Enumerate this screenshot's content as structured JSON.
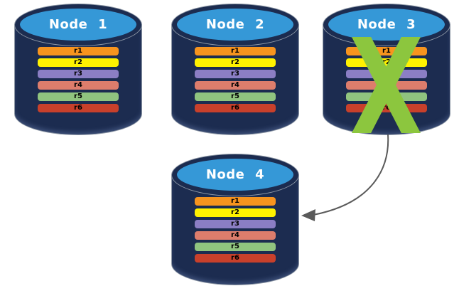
{
  "diagram": {
    "canvas_background": "#FFFFFF",
    "colors": {
      "cylinder_body": "#1C2C50",
      "cylinder_outline": "#8D97A5",
      "cylinder_top_fill": "#3598D7",
      "node_title_text": "#FFFFFF",
      "row_text": "#000000",
      "failure_x": "#8CC63E",
      "arrow": "#5A5A5A"
    },
    "row_colors": {
      "r1": "#F7941E",
      "r2": "#FFF200",
      "r3": "#8B7EC4",
      "r4": "#DD7D6C",
      "r5": "#90C47F",
      "r6": "#C8402B"
    },
    "nodes": [
      {
        "id": "node-1",
        "title": "Node 1",
        "failed": false,
        "rows": [
          "r1",
          "r2",
          "r3",
          "r4",
          "r5",
          "r6"
        ]
      },
      {
        "id": "node-2",
        "title": "Node 2",
        "failed": false,
        "rows": [
          "r1",
          "r2",
          "r3",
          "r4",
          "r5",
          "r6"
        ]
      },
      {
        "id": "node-3",
        "title": "Node 3",
        "failed": true,
        "rows": [
          "r1",
          "r2",
          "r3",
          "r4",
          "r5",
          "r6"
        ]
      },
      {
        "id": "node-4",
        "title": "Node 4",
        "failed": false,
        "rows": [
          "r1",
          "r2",
          "r3",
          "r4",
          "r5",
          "r6"
        ]
      }
    ],
    "arrow": {
      "from": "node-3",
      "to": "node-4"
    }
  }
}
